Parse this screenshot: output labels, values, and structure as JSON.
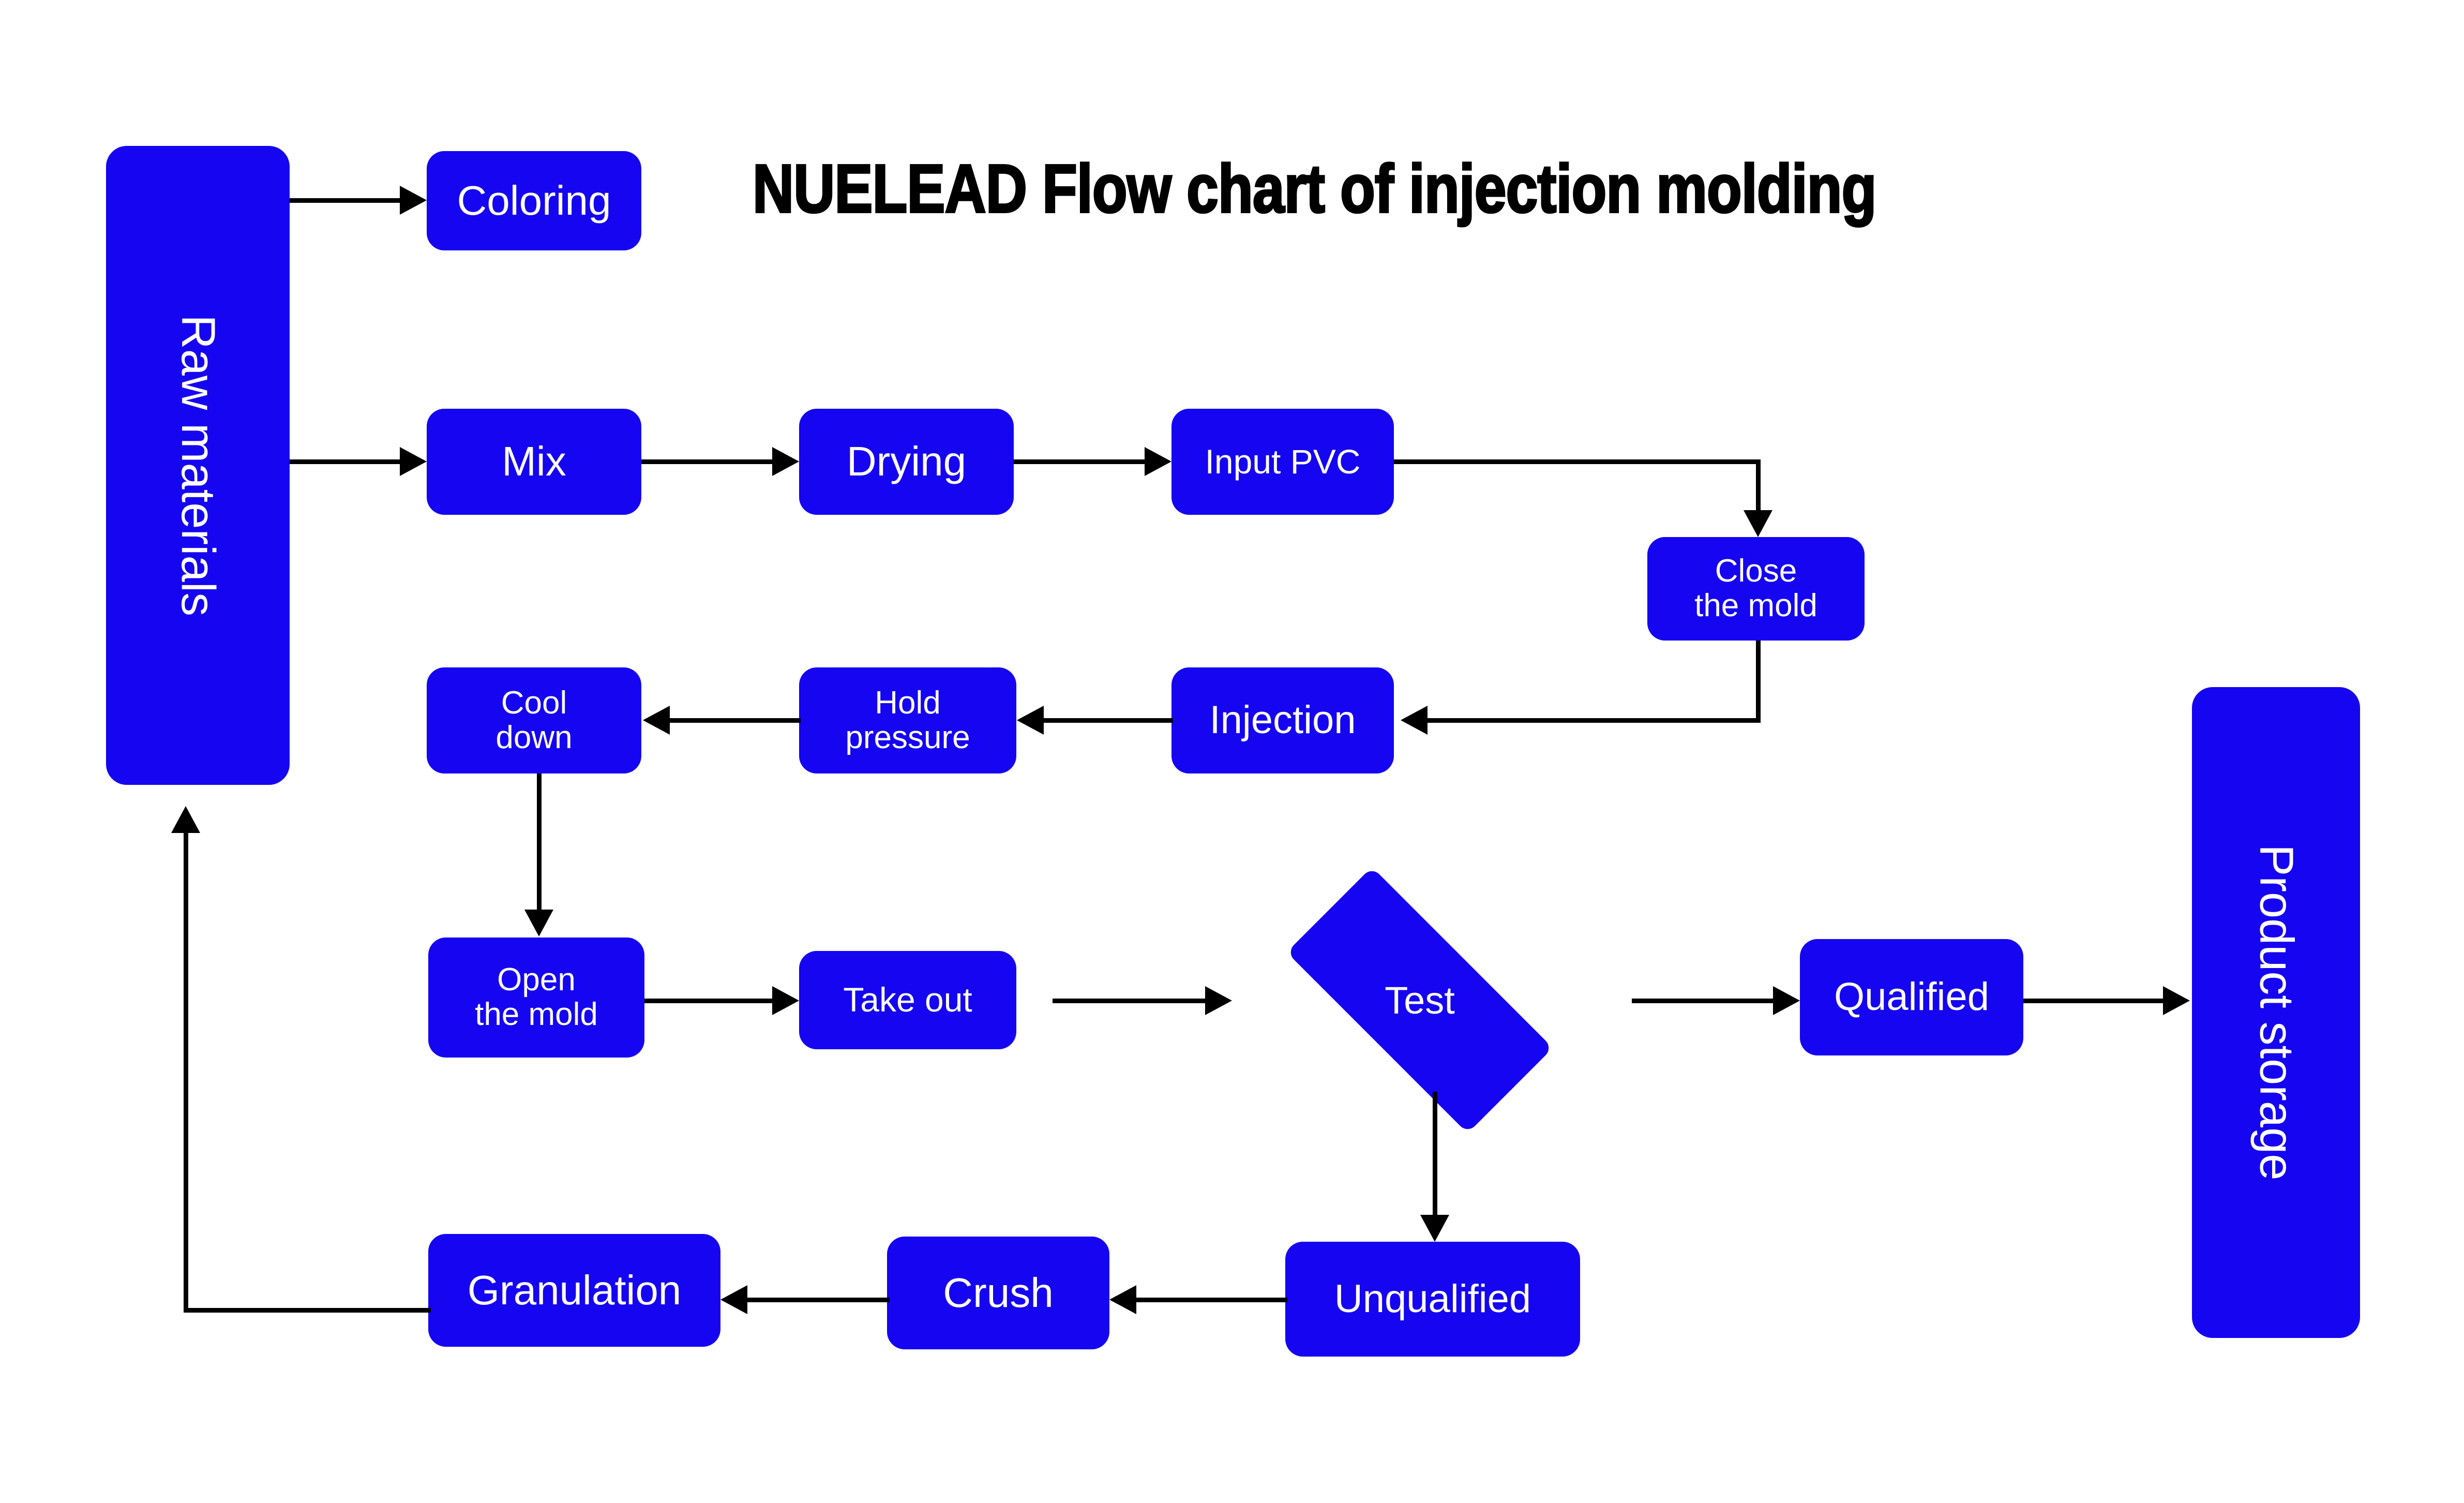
{
  "page": {
    "background_color": "#FFFFFF",
    "node_fill_color": "#1505F0",
    "node_text_color": "#FFFFFF",
    "connector_color": "#000000",
    "title_color": "#000000"
  },
  "title": {
    "text": "NUELEAD Flow chart of injection molding"
  },
  "nodes": {
    "raw_materials": {
      "label": "Raw materials",
      "shape": "rounded-rect",
      "orientation": "vertical"
    },
    "coloring": {
      "label": "Coloring",
      "shape": "rounded-rect",
      "orientation": "horizontal"
    },
    "mix": {
      "label": "Mix",
      "shape": "rounded-rect",
      "orientation": "horizontal"
    },
    "drying": {
      "label": "Drying",
      "shape": "rounded-rect",
      "orientation": "horizontal"
    },
    "input_pvc": {
      "label": "Input PVC",
      "shape": "rounded-rect",
      "orientation": "horizontal"
    },
    "close_the_mold": {
      "label": "Close\nthe mold",
      "shape": "rounded-rect",
      "orientation": "horizontal"
    },
    "injection": {
      "label": "Injection",
      "shape": "rounded-rect",
      "orientation": "horizontal"
    },
    "hold_pressure": {
      "label": "Hold\npressure",
      "shape": "rounded-rect",
      "orientation": "horizontal"
    },
    "cool_down": {
      "label": "Cool\ndown",
      "shape": "rounded-rect",
      "orientation": "horizontal"
    },
    "open_the_mold": {
      "label": "Open\nthe mold",
      "shape": "rounded-rect",
      "orientation": "horizontal"
    },
    "take_out": {
      "label": "Take out",
      "shape": "rounded-rect",
      "orientation": "horizontal"
    },
    "test": {
      "label": "Test",
      "shape": "diamond",
      "orientation": "horizontal"
    },
    "qualified": {
      "label": "Qualified",
      "shape": "rounded-rect",
      "orientation": "horizontal"
    },
    "unqualified": {
      "label": "Unqualified",
      "shape": "rounded-rect",
      "orientation": "horizontal"
    },
    "crush": {
      "label": "Crush",
      "shape": "rounded-rect",
      "orientation": "horizontal"
    },
    "granulation": {
      "label": "Granulation",
      "shape": "rounded-rect",
      "orientation": "horizontal"
    },
    "product_storage": {
      "label": "Product storage",
      "shape": "rounded-rect",
      "orientation": "vertical"
    }
  },
  "edges": [
    {
      "from": "raw_materials",
      "to": "coloring",
      "style": "straight",
      "direction": "right"
    },
    {
      "from": "raw_materials",
      "to": "mix",
      "style": "straight",
      "direction": "right"
    },
    {
      "from": "mix",
      "to": "drying",
      "style": "straight",
      "direction": "right"
    },
    {
      "from": "drying",
      "to": "input_pvc",
      "style": "straight",
      "direction": "right"
    },
    {
      "from": "input_pvc",
      "to": "close_the_mold",
      "style": "elbow",
      "direction": "down"
    },
    {
      "from": "close_the_mold",
      "to": "injection",
      "style": "elbow",
      "direction": "left"
    },
    {
      "from": "injection",
      "to": "hold_pressure",
      "style": "straight",
      "direction": "left"
    },
    {
      "from": "hold_pressure",
      "to": "cool_down",
      "style": "straight",
      "direction": "left"
    },
    {
      "from": "cool_down",
      "to": "open_the_mold",
      "style": "straight",
      "direction": "down"
    },
    {
      "from": "open_the_mold",
      "to": "take_out",
      "style": "straight",
      "direction": "right"
    },
    {
      "from": "take_out",
      "to": "test",
      "style": "straight",
      "direction": "right"
    },
    {
      "from": "test",
      "to": "qualified",
      "style": "straight",
      "direction": "right"
    },
    {
      "from": "qualified",
      "to": "product_storage",
      "style": "straight",
      "direction": "right"
    },
    {
      "from": "test",
      "to": "unqualified",
      "style": "straight",
      "direction": "down"
    },
    {
      "from": "unqualified",
      "to": "crush",
      "style": "straight",
      "direction": "left"
    },
    {
      "from": "crush",
      "to": "granulation",
      "style": "straight",
      "direction": "left"
    },
    {
      "from": "granulation",
      "to": "raw_materials",
      "style": "elbow",
      "direction": "up"
    }
  ]
}
